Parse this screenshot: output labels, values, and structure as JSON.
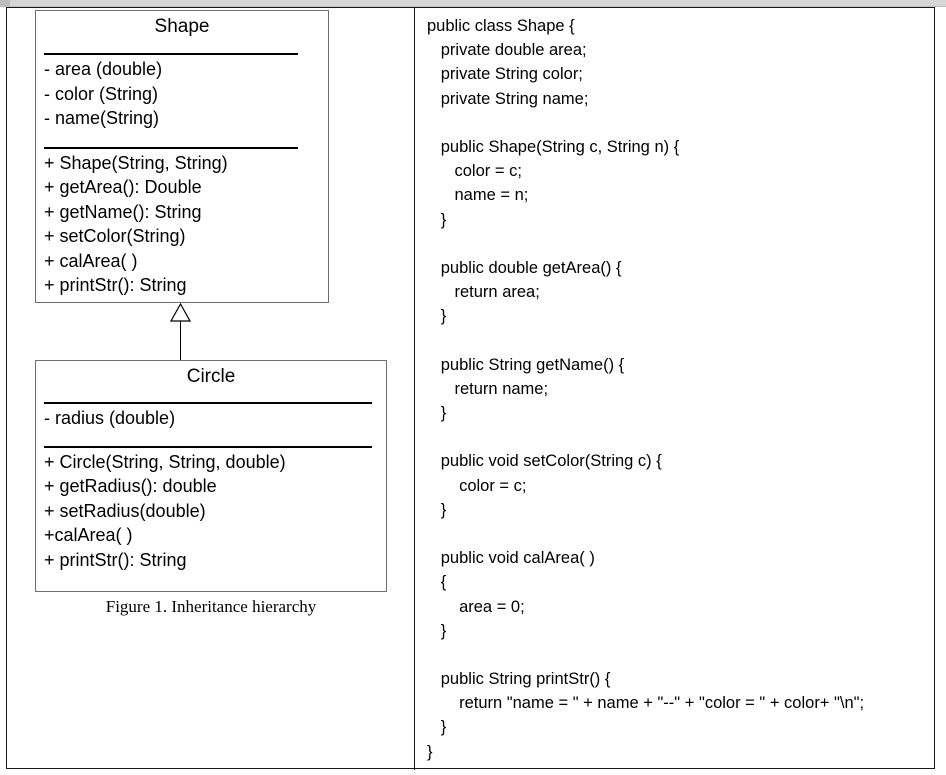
{
  "document": {
    "title": "Shape / Circle UML class diagram with Java source",
    "figure_caption": "Figure 1. Inheritance hierarchy"
  },
  "diagram": {
    "relationship": "generalization",
    "arrow_icon": "hollow-triangle-up-icon",
    "classes": [
      {
        "name": "Shape",
        "attributes": [
          "- area (double)",
          "- color (String)",
          "- name(String)"
        ],
        "operations": [
          "+ Shape(String, String)",
          "+ getArea(): Double",
          "+ getName(): String",
          "+ setColor(String)",
          "+ calArea( )",
          "+ printStr(): String"
        ]
      },
      {
        "name": "Circle",
        "attributes": [
          "- radius (double)"
        ],
        "operations": [
          "+ Circle(String, String, double)",
          "+ getRadius(): double",
          "+ setRadius(double)",
          "+calArea( )",
          "+ printStr(): String"
        ]
      }
    ]
  },
  "code": {
    "language": "Java",
    "lines": [
      "public class Shape {",
      "   private double area;",
      "   private String color;",
      "   private String name;",
      "",
      "   public Shape(String c, String n) {",
      "      color = c;",
      "      name = n;",
      "   }",
      "",
      "   public double getArea() {",
      "      return area;",
      "   }",
      "",
      "   public String getName() {",
      "      return name;",
      "   }",
      "",
      "   public void setColor(String c) {",
      "       color = c;",
      "   }",
      "",
      "   public void calArea( )",
      "   {",
      "       area = 0;",
      "   }",
      "",
      "   public String printStr() {",
      "       return \"name = \" + name + \"--\" + \"color = \" + color+ \"\\n\";",
      "   }",
      "}"
    ]
  },
  "colors": {
    "page_border": "#1a1a1a",
    "box_border": "#6e6e6e",
    "separator": "#000000",
    "text": "#000000",
    "background": "#ffffff",
    "top_strip": "#d6d6d6"
  }
}
